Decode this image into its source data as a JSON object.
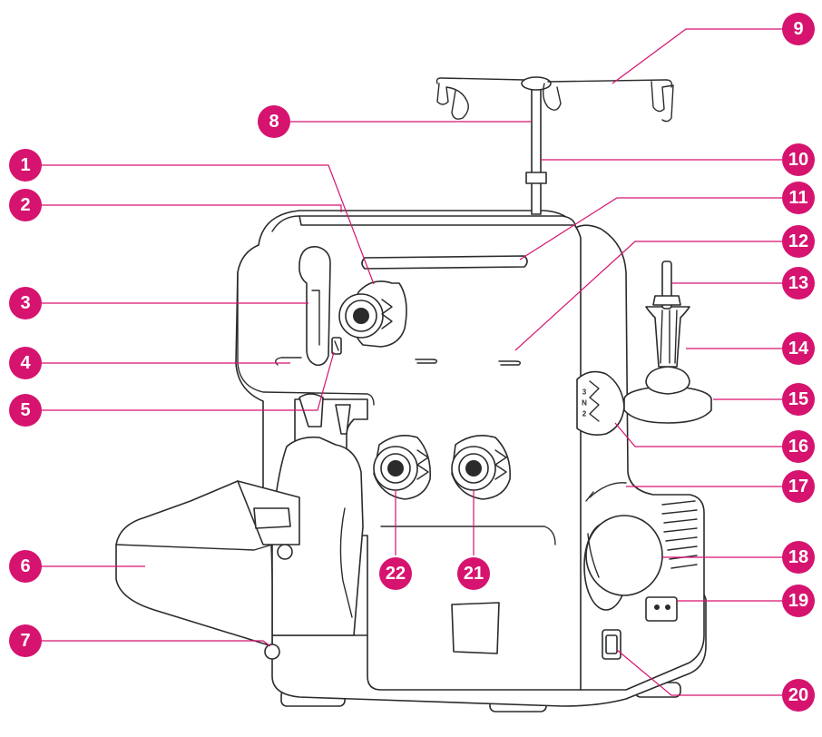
{
  "colors": {
    "callout": "#d6136f",
    "line_art": "#2b2b2b"
  },
  "stitch_dial": {
    "labels": [
      "3",
      "N",
      "2"
    ]
  },
  "callouts": [
    {
      "num": "1"
    },
    {
      "num": "2"
    },
    {
      "num": "3"
    },
    {
      "num": "4"
    },
    {
      "num": "5"
    },
    {
      "num": "6"
    },
    {
      "num": "7"
    },
    {
      "num": "8"
    },
    {
      "num": "9"
    },
    {
      "num": "10"
    },
    {
      "num": "11"
    },
    {
      "num": "12"
    },
    {
      "num": "13"
    },
    {
      "num": "14"
    },
    {
      "num": "15"
    },
    {
      "num": "16"
    },
    {
      "num": "17"
    },
    {
      "num": "18"
    },
    {
      "num": "19"
    },
    {
      "num": "20"
    },
    {
      "num": "21"
    },
    {
      "num": "22"
    }
  ]
}
